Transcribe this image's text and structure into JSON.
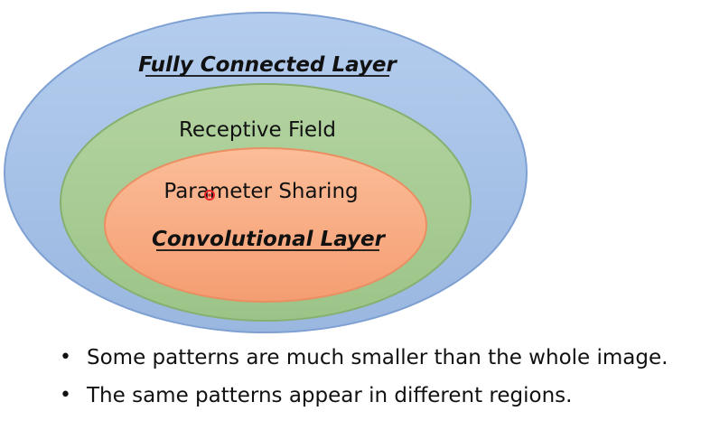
{
  "diagram": {
    "outer_label": "Fully Connected Layer",
    "middle_label": "Receptive Field",
    "inner_label_top": "Parameter Sharing",
    "inner_label_bottom": "Convolutional Layer",
    "colors": {
      "outer_fill": "#a7c2e6",
      "outer_stroke": "#7ea0d2",
      "middle_fill": "#a8cc93",
      "middle_stroke": "#86b06f",
      "inner_fill": "#f8ac84",
      "inner_stroke": "#e98f63",
      "cursor": "#e8282b"
    }
  },
  "bullets": [
    {
      "text": "Some patterns are much smaller than the whole image."
    },
    {
      "text": "The same patterns appear in different regions."
    }
  ]
}
